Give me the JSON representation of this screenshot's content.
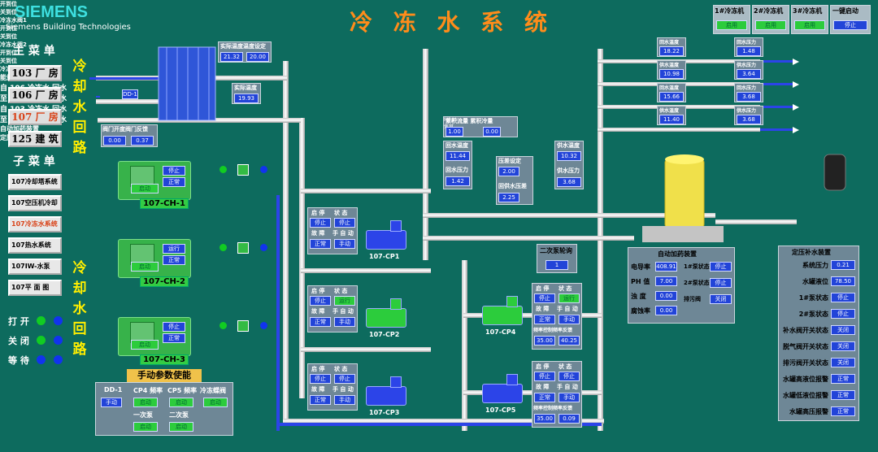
{
  "header": {
    "brand": "SIEMENS",
    "brand_sub": "Siemens Building Technologies",
    "title": "冷 冻 水 系 统",
    "chiller_controls": [
      {
        "label": "1#冷冻机",
        "state": "启用"
      },
      {
        "label": "2#冷冻机",
        "state": "启用"
      },
      {
        "label": "3#冷冻机",
        "state": "启用"
      }
    ],
    "one_key": {
      "label": "一键启动",
      "state": "停止"
    }
  },
  "sidebar": {
    "main_menu_title": "主 菜 单",
    "main_items": [
      {
        "label": "103 厂 房",
        "active": false
      },
      {
        "label": "106 厂 房",
        "active": false
      },
      {
        "label": "107 厂 房",
        "active": true
      },
      {
        "label": "125 建 筑",
        "active": false
      }
    ],
    "sub_menu_title": "子 菜 单",
    "sub_items": [
      {
        "label": "107冷却塔系统",
        "active": false
      },
      {
        "label": "107空压机冷却",
        "active": false
      },
      {
        "label": "107冷冻水系统",
        "active": true
      },
      {
        "label": "107热水系统",
        "active": false
      },
      {
        "label": "107IW-水泵",
        "active": false
      },
      {
        "label": "107平 面 图",
        "active": false
      }
    ],
    "legend": [
      {
        "label": "打 开",
        "color": "#11cc22"
      },
      {
        "label": "关 闭",
        "color": "#22cc33"
      },
      {
        "label": "等 待",
        "color": "#1133ee"
      }
    ]
  },
  "cooling_loop_label_top": [
    "冷",
    "却",
    "水",
    "回",
    "路"
  ],
  "cooling_loop_label_bottom": [
    "冷",
    "却",
    "水",
    "回",
    "路"
  ],
  "tower": {
    "actual_temp_label": "实际温度温度设定",
    "actual_temp": "21.32",
    "temp_set": "20.00",
    "return_temp_label": "实际温度",
    "return_temp": "19.93",
    "valve_tag": "DD-1",
    "valve_label": "阀门开度阀门反馈",
    "valve_open": "0.00",
    "valve_feedback": "0.37"
  },
  "chillers": [
    {
      "name": "107-CH-1",
      "run": "停止",
      "state": "正常",
      "cmd": "启动",
      "open_label": "开到位",
      "close_label": "关到位",
      "valve_label": "冷冻水阀1"
    },
    {
      "name": "107-CH-2",
      "run": "运行",
      "state": "正常",
      "cmd": "启动",
      "open_label": "开到位",
      "close_label": "关到位",
      "valve_label": "冷冻水阀2"
    },
    {
      "name": "107-CH-3",
      "run": "停止",
      "state": "正常",
      "cmd": "启动",
      "open_label": "开到位",
      "close_label": "关到位",
      "valve_label": "冷冻水阀3"
    }
  ],
  "primary_pumps": [
    {
      "name": "107-CP1",
      "head1": "启 停",
      "head2": "状 态",
      "run": "停止",
      "state": "停止",
      "fault": "故 障",
      "mode": "手 自 动",
      "fault_val": "正常",
      "mode_val": "手动"
    },
    {
      "name": "107-CP2",
      "head1": "启 停",
      "head2": "状 态",
      "run": "停止",
      "state": "运行",
      "fault": "故 障",
      "mode": "手 自 动",
      "fault_val": "正常",
      "mode_val": "手动"
    },
    {
      "name": "107-CP3",
      "head1": "启 停",
      "head2": "状 态",
      "run": "停止",
      "state": "停止",
      "fault": "故 障",
      "mode": "手 自 动",
      "fault_val": "正常",
      "mode_val": "手动"
    }
  ],
  "secondary_pumps": [
    {
      "name": "107-CP4",
      "head1": "启 停",
      "head2": "状 态",
      "run": "停止",
      "state": "运行",
      "fault": "故 障",
      "mode": "手 自 动",
      "fault_val": "正常",
      "mode_val": "手动",
      "freq_label": "频率控制频率反馈",
      "freq_set": "35.00",
      "freq_fb": "40.25"
    },
    {
      "name": "107-CP5",
      "head1": "启 停",
      "head2": "状 态",
      "run": "停止",
      "state": "停止",
      "fault": "故 障",
      "mode": "手 自 动",
      "fault_val": "正常",
      "mode_val": "手动",
      "freq_label": "频率控制频率反馈",
      "freq_set": "35.00",
      "freq_fb": "0.09"
    }
  ],
  "flow": {
    "meter_label": "能量计",
    "acc_label": "累积流量 累积冷量",
    "acc_flow": "1.00",
    "unit": "M3/H",
    "acc_cool": "0.00",
    "unit2": "焦耳",
    "ret_temp_label": "回水温度",
    "ret_temp": "11.44",
    "ret_press_label": "回水压力",
    "ret_press": "1.42"
  },
  "diff": {
    "set_label": "压差设定",
    "set_val": "2.00",
    "fb_label": "回供水压差",
    "fb_val": "2.25"
  },
  "supply": {
    "temp_label": "供水温度",
    "temp": "10.32",
    "press_label": "供水压力",
    "press": "3.68"
  },
  "secondary_count": {
    "label": "二次泵轮询",
    "value": "1"
  },
  "branches": [
    {
      "t_label": "回水温度",
      "t": "18.22",
      "p_label": "回水压力",
      "p": "1.48",
      "dest": "自 106 冷冻水 回水"
    },
    {
      "t_label": "供水温度",
      "t": "10.98",
      "p_label": "供水压力",
      "p": "3.64",
      "dest": "至 106 冷冻水 供水"
    },
    {
      "t_label": "回水温度",
      "t": "15.66",
      "p_label": "回水压力",
      "p": "3.68",
      "dest": "自 103 冷冻水 回水"
    },
    {
      "t_label": "供水温度",
      "t": "11.40",
      "p_label": "供水压力",
      "p": "3.68",
      "dest": "至 103 冷冻水 供水"
    }
  ],
  "dosing": {
    "title": "自动加药装置",
    "panel_title": "自动加药装置",
    "rows": [
      {
        "label": "电导率",
        "value": "408.91"
      },
      {
        "label": "PH 值",
        "value": "7.00"
      },
      {
        "label": "浊 度",
        "value": "0.00"
      },
      {
        "label": "腐蚀率",
        "value": "0.00"
      }
    ],
    "pumps": [
      {
        "label": "1#泵状态",
        "value": "停止"
      },
      {
        "label": "2#泵状态",
        "value": "停止"
      },
      {
        "label": "排污阀",
        "value": "关闭"
      }
    ]
  },
  "makeup": {
    "title": "定压补水装置",
    "panel_title": "定压补水装置",
    "rows": [
      {
        "label": "系统压力",
        "value": "0.21"
      },
      {
        "label": "水罐液位",
        "value": "78.50"
      },
      {
        "label": "1#泵状态",
        "value": "停止"
      },
      {
        "label": "2#泵状态",
        "value": "停止"
      },
      {
        "label": "补水阀开关状态",
        "value": "关闭"
      },
      {
        "label": "脱气阀开关状态",
        "value": "关闭"
      },
      {
        "label": "排污阀开关状态",
        "value": "关闭"
      },
      {
        "label": "水罐高液位报警",
        "value": "正常"
      },
      {
        "label": "水罐低液位报警",
        "value": "正常"
      },
      {
        "label": "水罐高压报警",
        "value": "正常"
      }
    ]
  },
  "manual": {
    "title": "手动参数使能",
    "dd_label": "DD-1",
    "dd_val": "手动",
    "cp4_label": "CP4 频率",
    "cp4_val": "启动",
    "cp5_label": "CP5 频率",
    "cp5_val": "启动",
    "valve_label": "冷冻蝶阀",
    "valve_val": "启动",
    "sec1_label": "一次泵",
    "sec1_val": "启动",
    "sec2_label": "二次泵",
    "sec2_val": "启动"
  }
}
